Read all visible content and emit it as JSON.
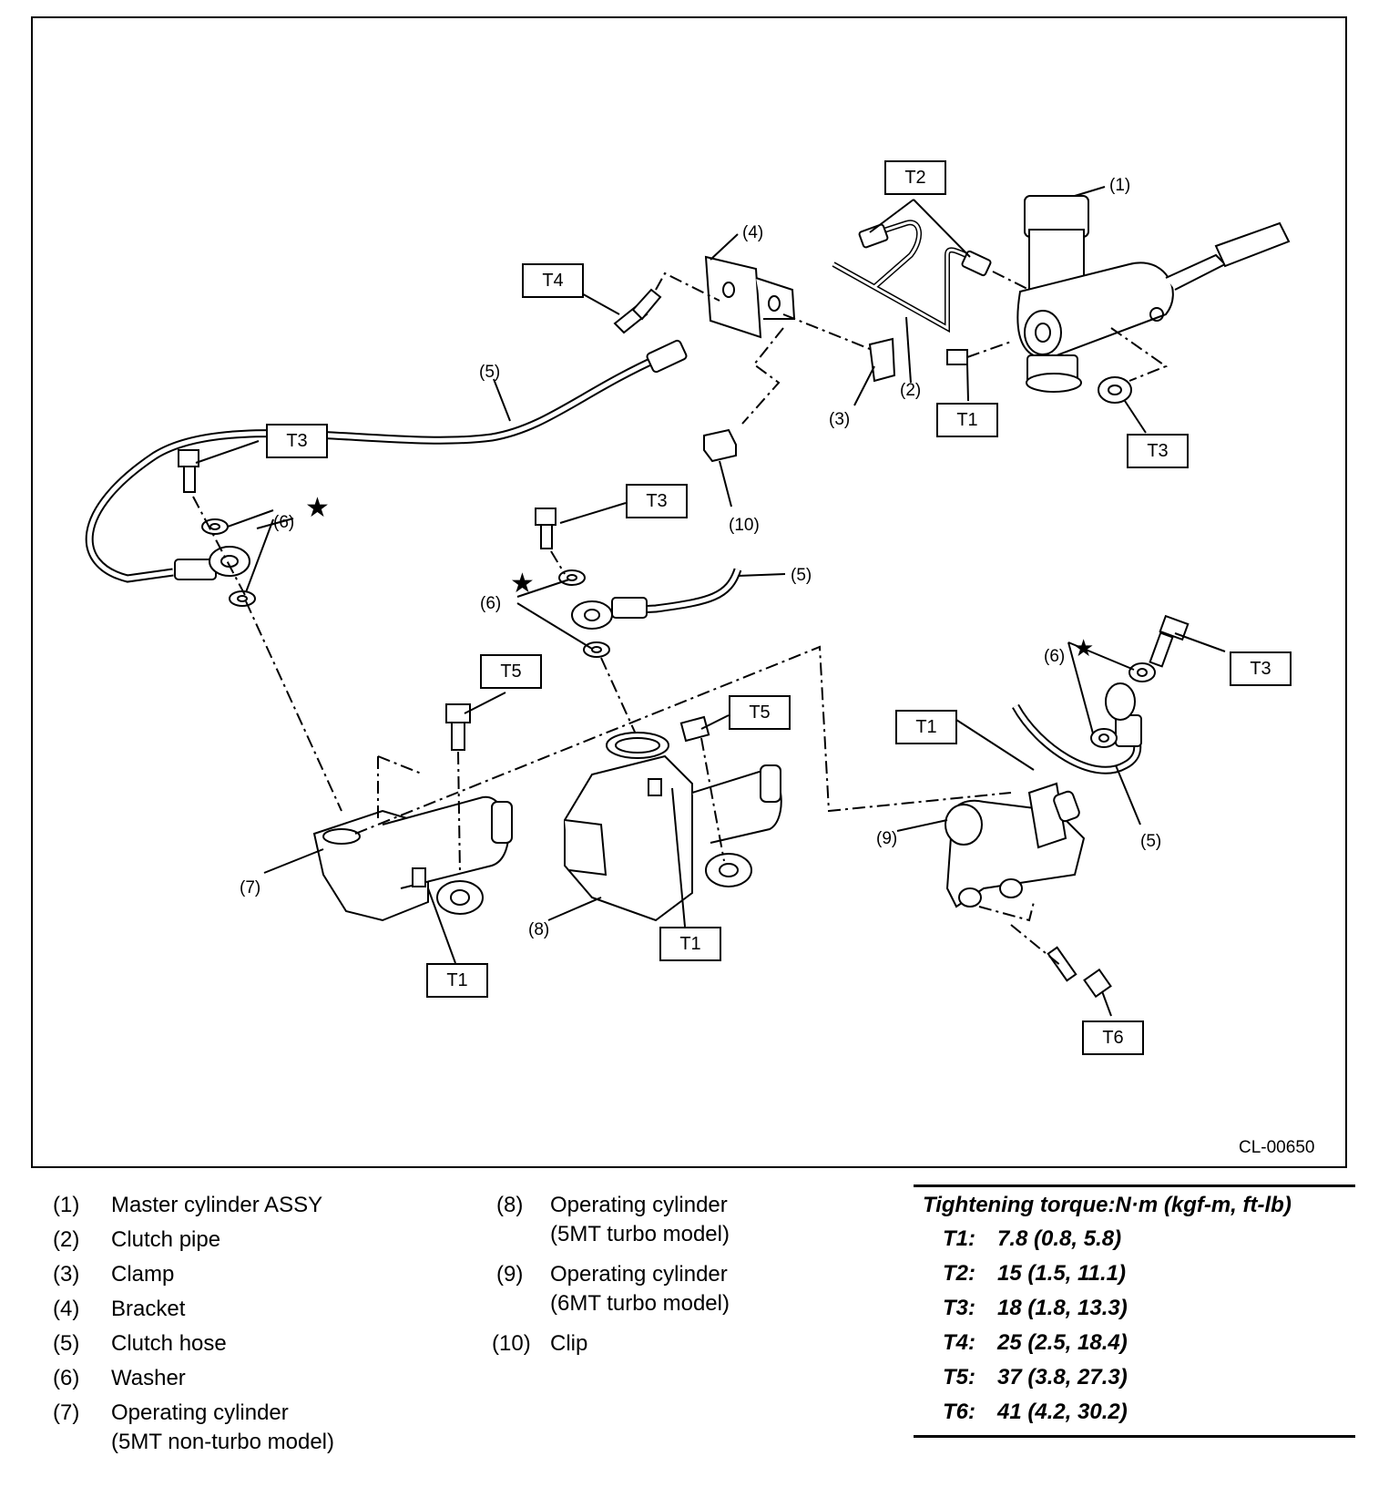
{
  "figure_code": "CL-00650",
  "callouts": {
    "t2": "T2",
    "t4": "T4",
    "t3a": "T3",
    "t1a": "T1",
    "t3b": "T3",
    "t3c": "T3",
    "t5a": "T5",
    "t5b": "T5",
    "t1b": "T1",
    "t3d": "T3",
    "t1c": "T1",
    "t1d": "T1",
    "t6": "T6"
  },
  "part_numbers": {
    "n1": "(1)",
    "n4": "(4)",
    "n5a": "(5)",
    "n2": "(2)",
    "n3": "(3)",
    "n10": "(10)",
    "n6a": "(6)",
    "n6b": "(6)",
    "n5b": "(5)",
    "n6c": "(6)",
    "n9": "(9)",
    "n5c": "(5)",
    "n7": "(7)",
    "n8": "(8)"
  },
  "legend": [
    {
      "num": "(1)",
      "text": [
        "Master cylinder ASSY"
      ]
    },
    {
      "num": "(2)",
      "text": [
        "Clutch pipe"
      ]
    },
    {
      "num": "(3)",
      "text": [
        "Clamp"
      ]
    },
    {
      "num": "(4)",
      "text": [
        "Bracket"
      ]
    },
    {
      "num": "(5)",
      "text": [
        "Clutch hose"
      ]
    },
    {
      "num": "(6)",
      "text": [
        "Washer"
      ]
    },
    {
      "num": "(7)",
      "text": [
        "Operating cylinder",
        "(5MT non-turbo model)"
      ]
    },
    {
      "num": "(8)",
      "text": [
        "Operating cylinder",
        "(5MT turbo model)"
      ]
    },
    {
      "num": "(9)",
      "text": [
        "Operating cylinder",
        "(6MT turbo model)"
      ]
    },
    {
      "num": "(10)",
      "text": [
        "Clip"
      ]
    }
  ],
  "torque": {
    "title": "Tightening torque:N·m (kgf-m, ft-lb)",
    "rows": [
      {
        "key": "T1:",
        "value": "7.8 (0.8, 5.8)"
      },
      {
        "key": "T2:",
        "value": "15 (1.5, 11.1)"
      },
      {
        "key": "T3:",
        "value": "18 (1.8, 13.3)"
      },
      {
        "key": "T4:",
        "value": "25 (2.5, 18.4)"
      },
      {
        "key": "T5:",
        "value": "37 (3.8, 27.3)"
      },
      {
        "key": "T6:",
        "value": "41 (4.2, 30.2)"
      }
    ]
  }
}
